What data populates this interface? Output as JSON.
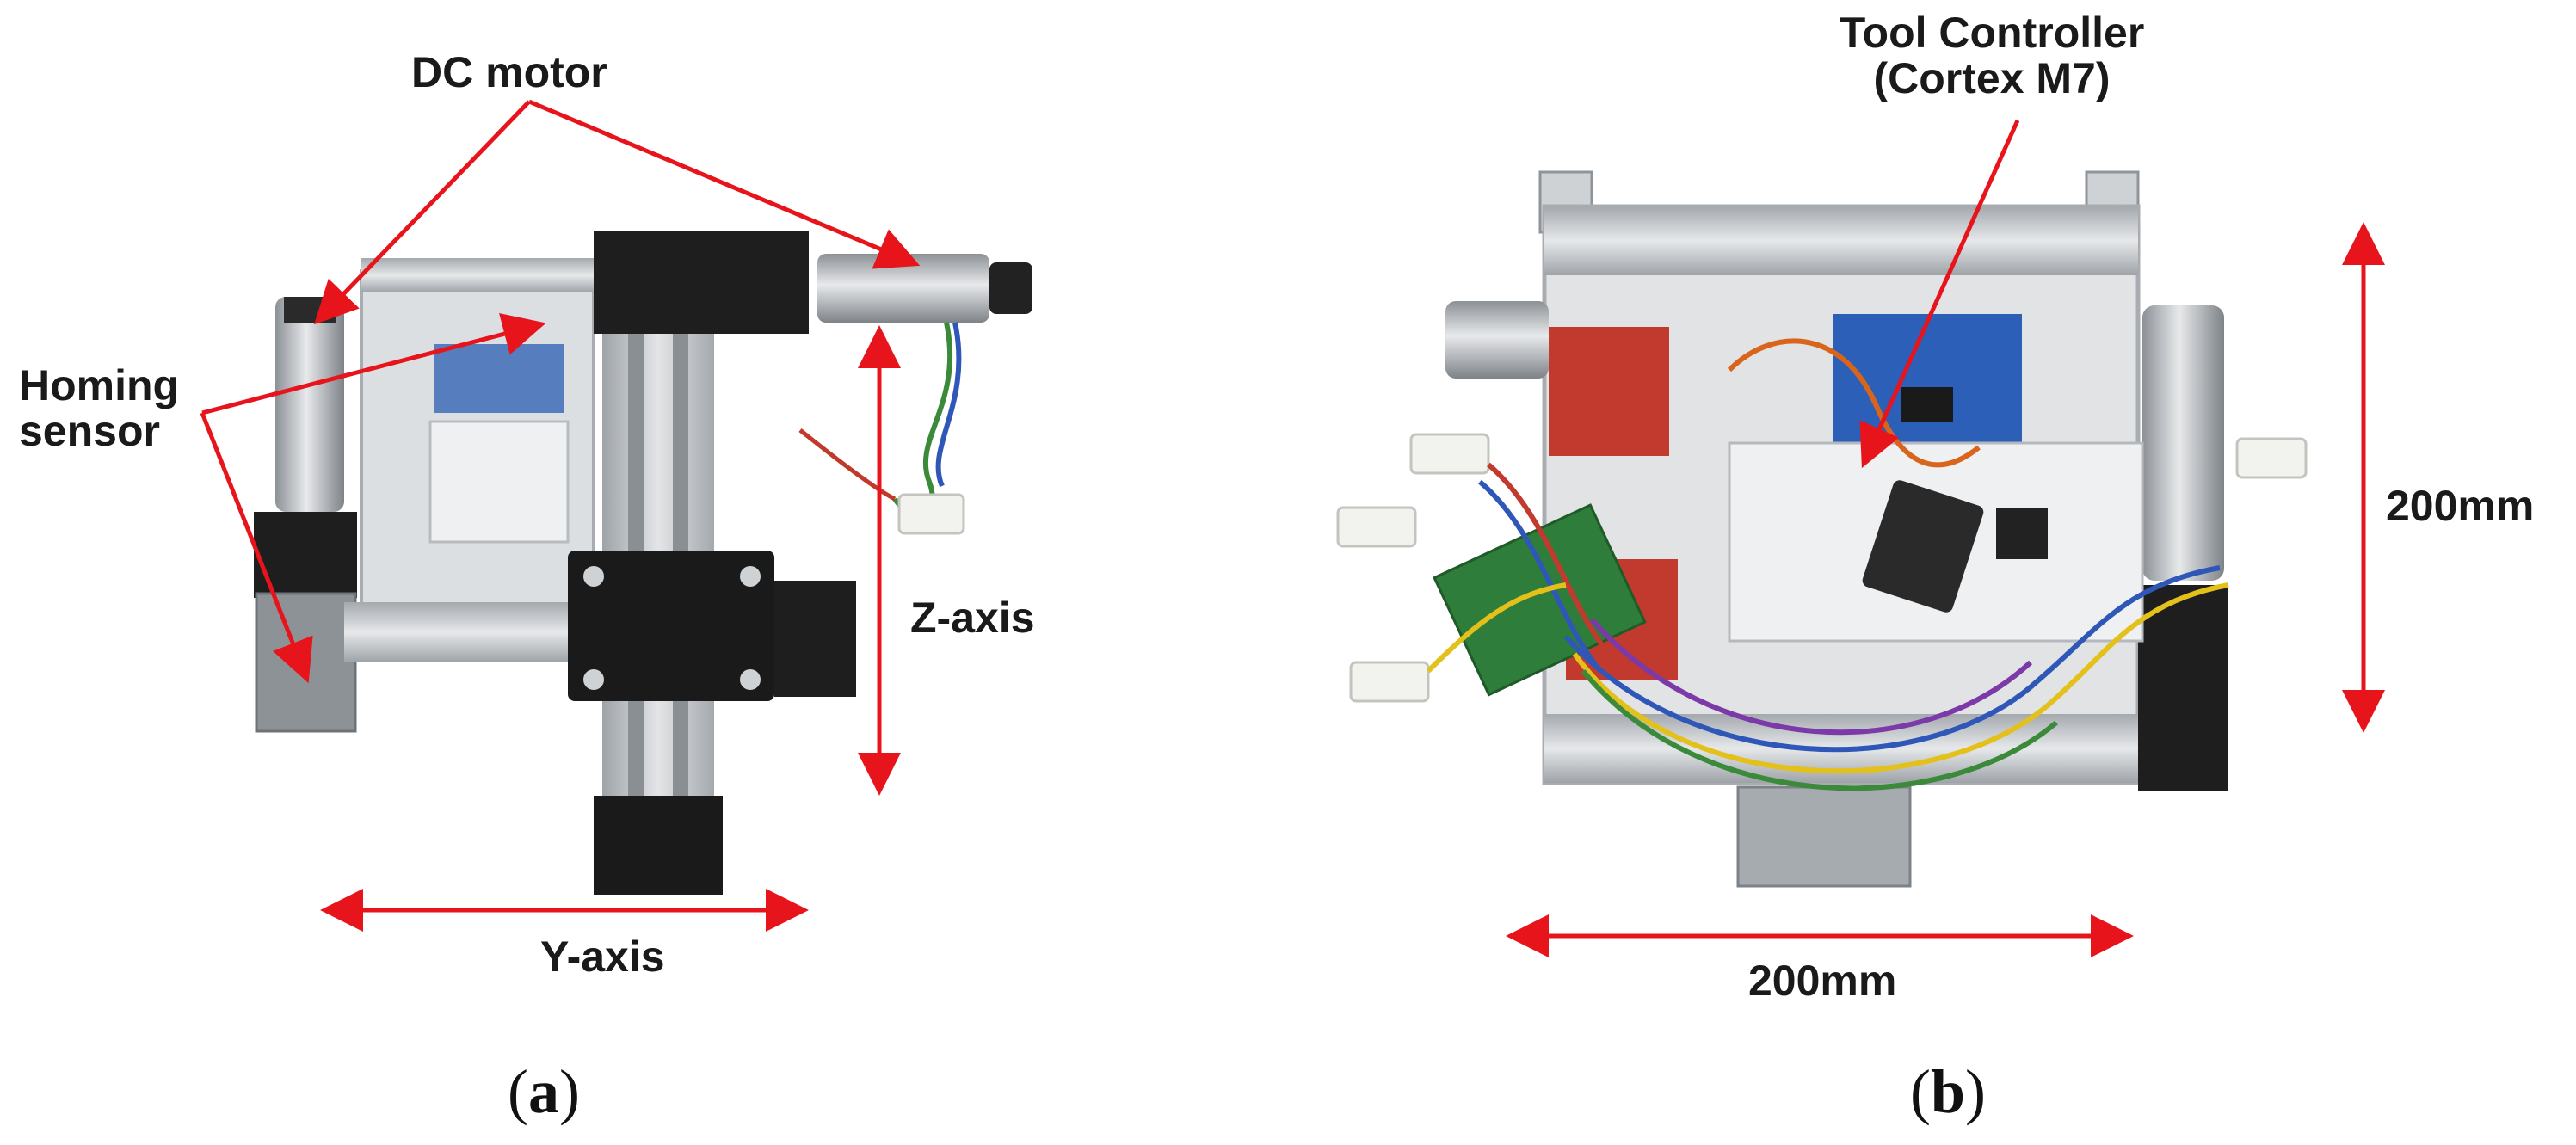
{
  "panel_a": {
    "caption_open": "(",
    "caption_letter": "a",
    "caption_close": ")",
    "labels": {
      "dc_motor": "DC motor",
      "homing_line1": "Homing",
      "homing_line2": "sensor",
      "z_axis": "Z-axis",
      "y_axis": "Y-axis"
    }
  },
  "panel_b": {
    "caption_open": "(",
    "caption_letter": "b",
    "caption_close": ")",
    "labels": {
      "controller_line1": "Tool Controller",
      "controller_line2": "(Cortex M7)",
      "height_dim": "200mm",
      "width_dim": "200mm"
    }
  },
  "colors": {
    "annotation": "#e8141b",
    "text": "#1a1a1a",
    "aluminum": "#c9ccd0",
    "black_part": "#1e1e1e",
    "pcb_green": "#2f7d3a",
    "pcb_blue": "#2b5fb8",
    "pcb_red": "#c23a2e",
    "connector": "#f2f2ee"
  }
}
